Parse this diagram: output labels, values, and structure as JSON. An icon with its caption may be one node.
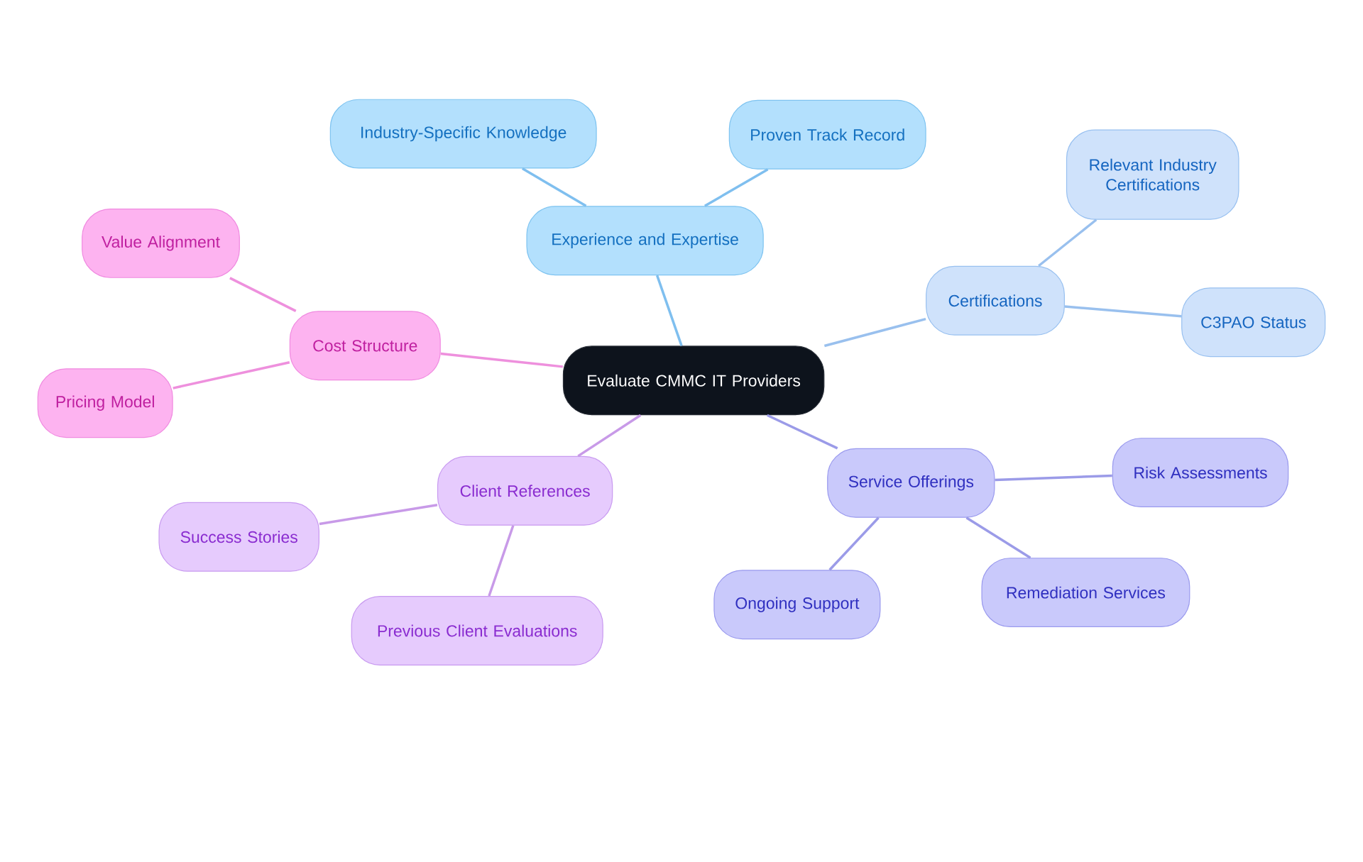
{
  "diagram": {
    "nodes": [
      {
        "text": [
          "Evaluate CMMC IT Providers"
        ]
      },
      {
        "text": [
          "Experience and Expertise"
        ]
      },
      {
        "text": [
          "Industry-Specific Knowledge"
        ]
      },
      {
        "text": [
          "Proven Track Record"
        ]
      },
      {
        "text": [
          "Certifications"
        ]
      },
      {
        "text": [
          "Relevant Industry Certifications"
        ]
      },
      {
        "text": [
          "C3PAO Status"
        ]
      },
      {
        "text": [
          "Service Offerings"
        ]
      },
      {
        "text": [
          "Risk Assessments"
        ]
      },
      {
        "text": [
          "Remediation Services"
        ]
      },
      {
        "text": [
          "Ongoing Support"
        ]
      },
      {
        "text": [
          "Client References"
        ]
      },
      {
        "text": [
          "Success Stories"
        ]
      },
      {
        "text": [
          "Previous Client Evaluations"
        ]
      },
      {
        "text": [
          "Cost Structure"
        ]
      },
      {
        "text": [
          "Value Alignment"
        ]
      },
      {
        "text": [
          "Pricing Model"
        ]
      }
    ],
    "edges": [
      {
        "from": 0,
        "to": 1,
        "arrow": "none",
        "color": "#7fbfef"
      },
      {
        "from": 1,
        "to": 2,
        "arrow": "none",
        "color": "#7fbfef"
      },
      {
        "from": 1,
        "to": 3,
        "arrow": "none",
        "color": "#7fbfef"
      },
      {
        "from": 0,
        "to": 4,
        "arrow": "none",
        "color": "#99c0ee"
      },
      {
        "from": 4,
        "to": 5,
        "arrow": "none",
        "color": "#99c0ee"
      },
      {
        "from": 4,
        "to": 6,
        "arrow": "none",
        "color": "#99c0ee"
      },
      {
        "from": 0,
        "to": 7,
        "arrow": "none",
        "color": "#9b9be8"
      },
      {
        "from": 7,
        "to": 8,
        "arrow": "none",
        "color": "#9b9be8"
      },
      {
        "from": 7,
        "to": 9,
        "arrow": "none",
        "color": "#9b9be8"
      },
      {
        "from": 7,
        "to": 10,
        "arrow": "none",
        "color": "#9b9be8"
      },
      {
        "from": 0,
        "to": 11,
        "arrow": "none",
        "color": "#c89ae8"
      },
      {
        "from": 11,
        "to": 12,
        "arrow": "none",
        "color": "#c89ae8"
      },
      {
        "from": 11,
        "to": 13,
        "arrow": "none",
        "color": "#c89ae8"
      },
      {
        "from": 0,
        "to": 14,
        "arrow": "none",
        "color": "#ee90dd"
      },
      {
        "from": 14,
        "to": 15,
        "arrow": "none",
        "color": "#ee90dd"
      },
      {
        "from": 14,
        "to": 16,
        "arrow": "none",
        "color": "#ee90dd"
      }
    ]
  }
}
